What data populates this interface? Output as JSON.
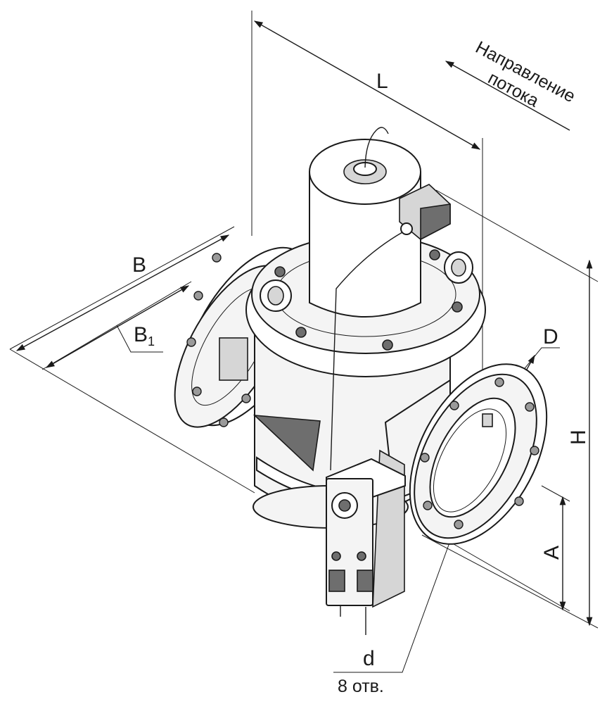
{
  "labels": {
    "L": "L",
    "B": "B",
    "B1_main": "B",
    "B1_sub": "1",
    "D": "D",
    "H": "H",
    "A": "A",
    "d": "d",
    "holes": "8 отв.",
    "flow_line1": "Направление",
    "flow_line2": "потока"
  },
  "colors": {
    "line": "#1a1a1a",
    "body_fill": "#f4f4f4",
    "shade": "#d6d6d6",
    "dark": "#6e6e6e"
  }
}
